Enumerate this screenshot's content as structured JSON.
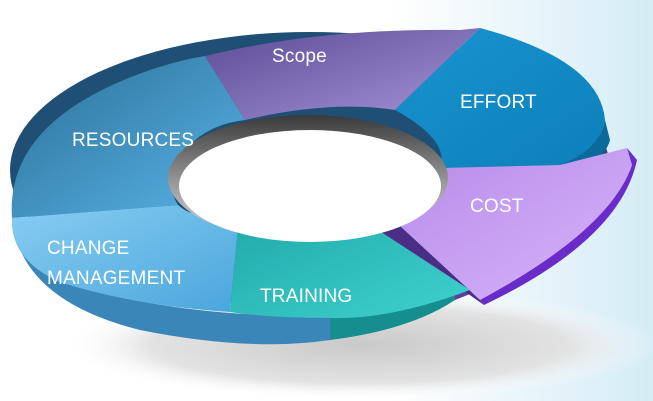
{
  "segments": [
    {
      "id": "scope",
      "label": "Scope",
      "color": "#7f6bb2"
    },
    {
      "id": "effort",
      "label": "EFFORT",
      "color": "#1c9fd6"
    },
    {
      "id": "cost",
      "label": "COST",
      "color": "#c79cf2"
    },
    {
      "id": "training",
      "label": "TRAINING",
      "color": "#2bbfbd"
    },
    {
      "id": "change-management",
      "label": [
        "CHANGE",
        "MANAGEMENT"
      ],
      "color": "#5bb6e6"
    },
    {
      "id": "resources",
      "label": "RESOURCES",
      "color": "#3b9fd6"
    }
  ]
}
